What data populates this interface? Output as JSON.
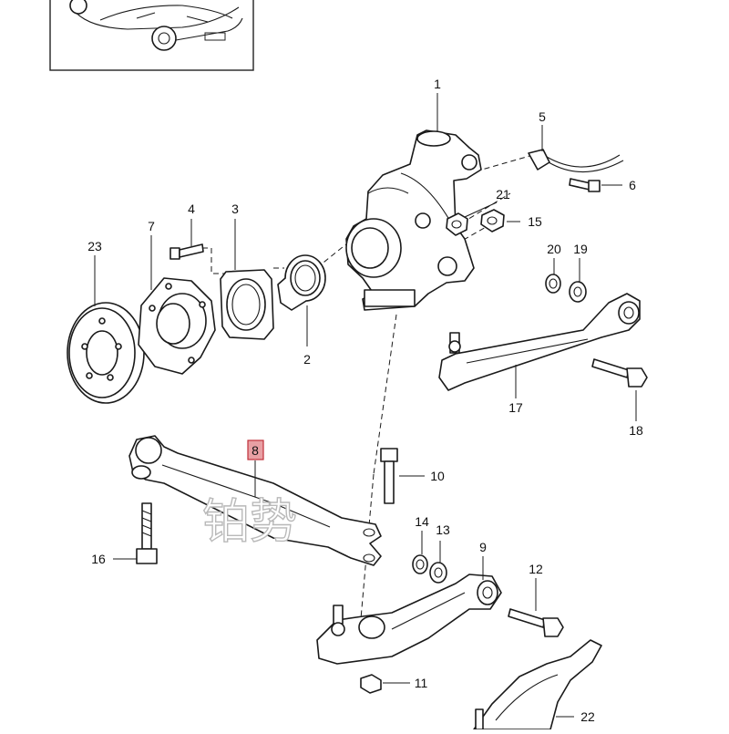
{
  "diagram": {
    "highlight_color": "#e8a0a4",
    "watermark": "铂势",
    "callouts": {
      "p1": "1",
      "p2": "2",
      "p3": "3",
      "p4": "4",
      "p5": "5",
      "p6": "6",
      "p7": "7",
      "p8": "8",
      "p9": "9",
      "p10": "10",
      "p11": "11",
      "p12": "12",
      "p13": "13",
      "p14": "14",
      "p15": "15",
      "p16": "16",
      "p17": "17",
      "p18": "18",
      "p19": "19",
      "p20": "20",
      "p21": "21",
      "p22": "22",
      "p23": "23"
    }
  }
}
